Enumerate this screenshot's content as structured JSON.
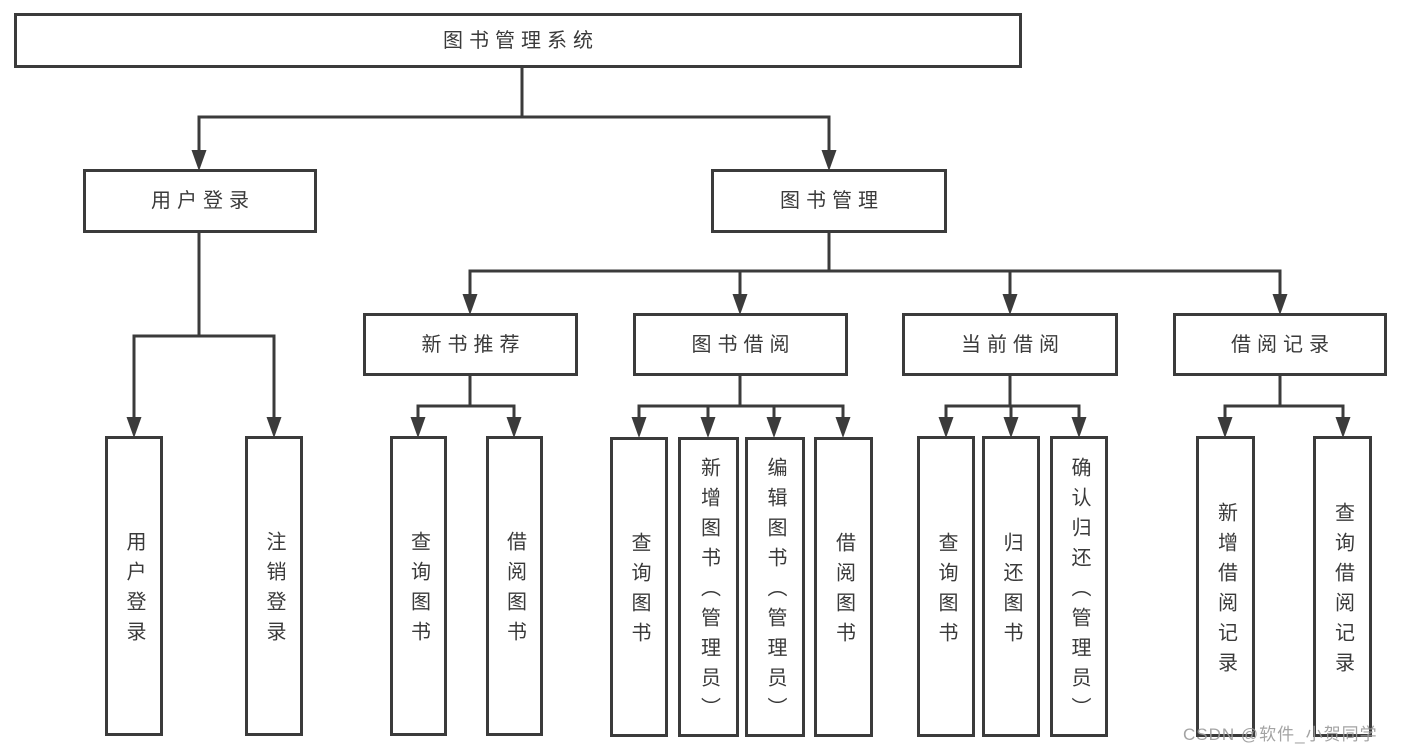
{
  "tree": {
    "label": "图书管理系统",
    "children": [
      {
        "label": "用户登录",
        "children": [
          {
            "label": "用户登录"
          },
          {
            "label": "注销登录"
          }
        ]
      },
      {
        "label": "图书管理",
        "children": [
          {
            "label": "新书推荐",
            "children": [
              {
                "label": "查询图书"
              },
              {
                "label": "借阅图书"
              }
            ]
          },
          {
            "label": "图书借阅",
            "children": [
              {
                "label": "查询图书"
              },
              {
                "label": "新增图书（管理员）"
              },
              {
                "label": "编辑图书（管理员）"
              },
              {
                "label": "借阅图书"
              }
            ]
          },
          {
            "label": "当前借阅",
            "children": [
              {
                "label": "查询图书"
              },
              {
                "label": "归还图书"
              },
              {
                "label": "确认归还（管理员）"
              }
            ]
          },
          {
            "label": "借阅记录",
            "children": [
              {
                "label": "新增借阅记录"
              },
              {
                "label": "查询借阅记录"
              }
            ]
          }
        ]
      }
    ]
  },
  "watermark": {
    "text": "CSDN @软件_小贺同学"
  },
  "colors": {
    "line": "#3b3b3b",
    "box_border": "#3b3b3b",
    "text": "#3a3a3a",
    "box_background": "#ffffff",
    "page_background": "#ffffff",
    "watermark": "#9b9b9b"
  }
}
